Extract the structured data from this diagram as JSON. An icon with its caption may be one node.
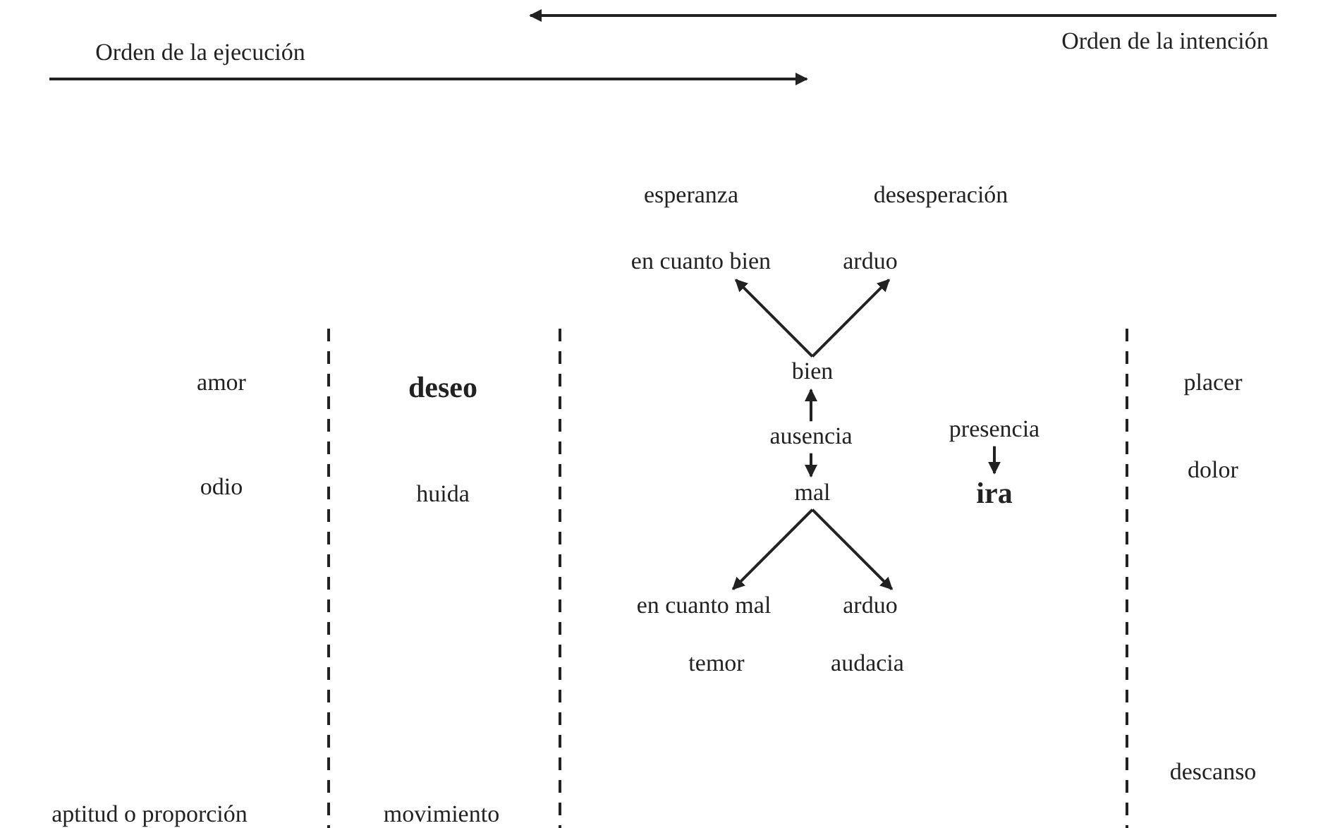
{
  "diagram": {
    "nodes": [
      {
        "text": [
          "en cuanto bien"
        ]
      },
      {
        "text": [
          "arduo"
        ]
      },
      {
        "text": [
          "bien"
        ]
      },
      {
        "text": [
          "ausencia"
        ]
      },
      {
        "text": [
          "mal"
        ]
      },
      {
        "text": [
          "presencia"
        ]
      },
      {
        "text": [
          "ira"
        ]
      },
      {
        "text": [
          "en cuanto mal"
        ]
      },
      {
        "text": [
          "arduo"
        ]
      }
    ],
    "edges": [
      {
        "from": 2,
        "to": 0,
        "arrow": "to"
      },
      {
        "from": 2,
        "to": 1,
        "arrow": "to"
      },
      {
        "from": 3,
        "to": 2,
        "arrow": "to"
      },
      {
        "from": 3,
        "to": 4,
        "arrow": "to"
      },
      {
        "from": 4,
        "to": 7,
        "arrow": "to"
      },
      {
        "from": 4,
        "to": 8,
        "arrow": "to"
      },
      {
        "from": 5,
        "to": 6,
        "arrow": "to"
      }
    ],
    "labels": [
      "Orden de la intención",
      "Orden de la ejecución",
      "esperanza",
      "desesperación",
      "amor",
      "deseo",
      "placer",
      "odio",
      "huida",
      "dolor",
      "temor",
      "audacia",
      "aptitud o proporción",
      "movimiento",
      "descanso"
    ]
  }
}
